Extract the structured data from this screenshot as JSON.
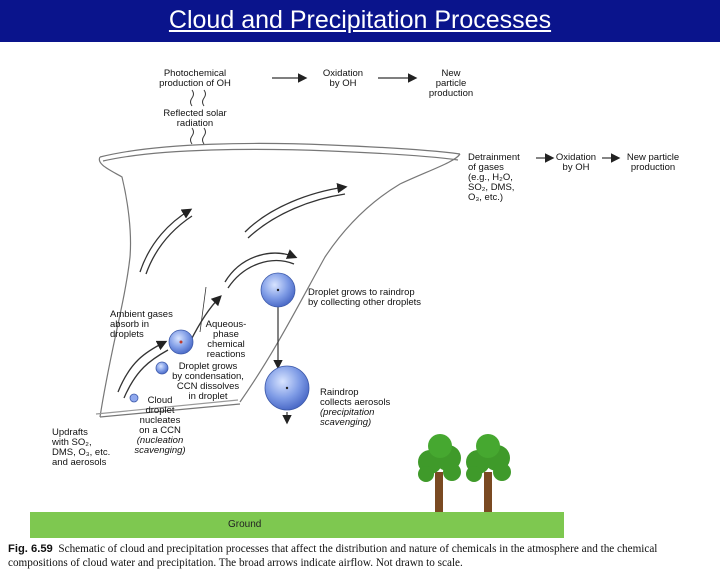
{
  "title": "Cloud and Precipitation Processes",
  "labels": {
    "photochem_1": "Photochemical",
    "photochem_2": "production of OH",
    "oxidation_1": "Oxidation",
    "oxidation_2": "by OH",
    "newpart_1": "New",
    "newpart_2": "particle",
    "newpart_3": "production",
    "reflected_1": "Reflected solar",
    "reflected_2": "radiation",
    "detrain_1": "Detrainment",
    "detrain_2": "of gases",
    "detrain_3": "(e.g., H₂O,",
    "detrain_4": "SO₂, DMS,",
    "detrain_5": "O₃, etc.)",
    "oxid2_1": "Oxidation",
    "oxid2_2": "by OH",
    "newpart2_1": "New particle",
    "newpart2_2": "production",
    "raindrop_grow_1": "Droplet grows to raindrop",
    "raindrop_grow_2": "by collecting other droplets",
    "ambient_1": "Ambient gases",
    "ambient_2": "absorb in",
    "ambient_3": "droplets",
    "aqueous_1": "Aqueous-",
    "aqueous_2": "phase",
    "aqueous_3": "chemical",
    "aqueous_4": "reactions",
    "condense_1": "Droplet grows",
    "condense_2": "by condensation,",
    "condense_3": "CCN dissolves",
    "condense_4": "in droplet",
    "scav_1": "Raindrop",
    "scav_2": "collects aerosols",
    "scav_3": "(precipitation",
    "scav_4": "scavenging)",
    "updraft_1": "Updrafts",
    "updraft_2": "with SO₂,",
    "updraft_3": "DMS, O₃, etc.",
    "updraft_4": "and aerosols",
    "cloud_1": "Cloud",
    "cloud_2": "droplet",
    "cloud_3": "nucleates",
    "cloud_4": "on a CCN",
    "cloud_5": "(nucleation",
    "cloud_6": "scavenging)",
    "ground": "Ground"
  },
  "caption": {
    "fig": "Fig. 6.59",
    "text": "Schematic of cloud and precipitation processes that affect the distribution and nature of chemicals in the atmosphere and the chemical compositions of cloud water and precipitation. The broad arrows indicate airflow. Not drawn to scale."
  },
  "colors": {
    "title_bar": "#0a148c",
    "ground": "#7ec850",
    "tree_foliage": "#3f9a2a",
    "tree_trunk": "#7a4a22",
    "droplet": "#6f8fe0"
  }
}
